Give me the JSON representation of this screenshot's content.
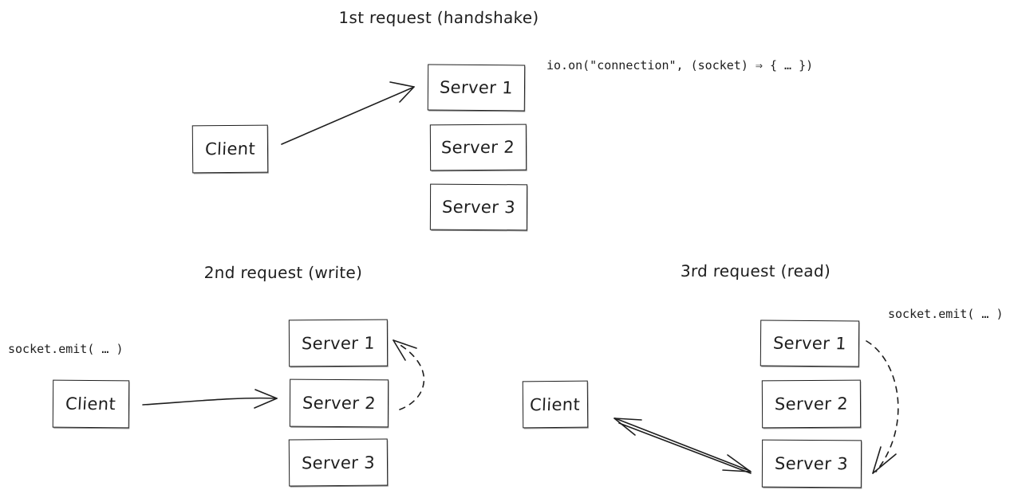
{
  "diagram": {
    "theme": {
      "stroke_color": "#1e1e1e",
      "background_color": "#ffffff"
    },
    "panels": [
      {
        "id": "handshake",
        "title": "1st request (handshake)",
        "code": "io.on(\"connection\", (socket) ⇒ { … })",
        "client_label": "Client",
        "servers": [
          "Server 1",
          "Server 2",
          "Server 3"
        ],
        "arrows": [
          {
            "name": "client-to-server1",
            "style": "solid",
            "from": "Client",
            "to": "Server 1"
          }
        ]
      },
      {
        "id": "write",
        "title": "2nd request (write)",
        "code": "socket.emit( … )",
        "client_label": "Client",
        "servers": [
          "Server 1",
          "Server 2",
          "Server 3"
        ],
        "arrows": [
          {
            "name": "client-to-server2",
            "style": "solid",
            "from": "Client",
            "to": "Server 2"
          },
          {
            "name": "server2-to-server1",
            "style": "dashed",
            "from": "Server 2",
            "to": "Server 1"
          }
        ]
      },
      {
        "id": "read",
        "title": "3rd request (read)",
        "code": "socket.emit( … )",
        "client_label": "Client",
        "servers": [
          "Server 1",
          "Server 2",
          "Server 3"
        ],
        "arrows": [
          {
            "name": "server3-client-bidirectional",
            "style": "solid",
            "from": "Server 3",
            "to": "Client"
          },
          {
            "name": "server1-to-server3",
            "style": "dashed",
            "from": "Server 1",
            "to": "Server 3"
          }
        ]
      }
    ]
  }
}
